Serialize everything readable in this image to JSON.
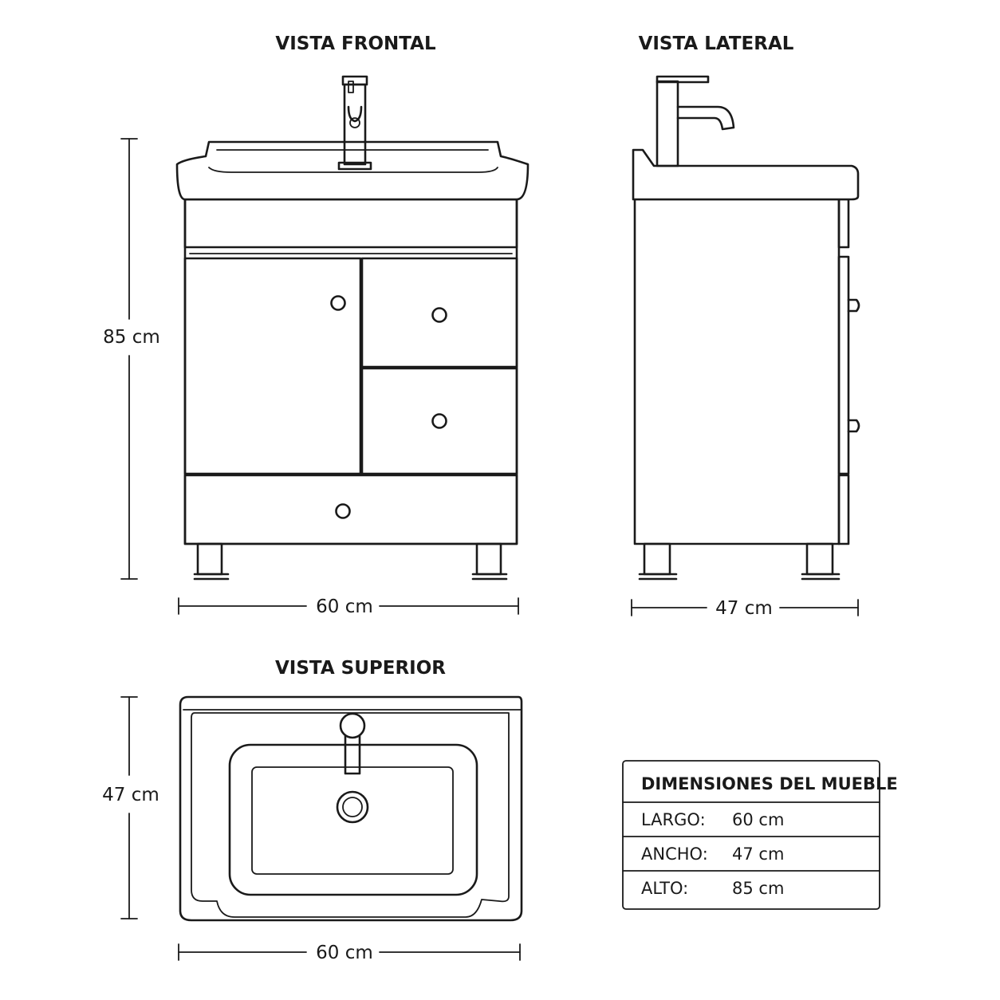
{
  "titles": {
    "front": "VISTA FRONTAL",
    "side": "VISTA LATERAL",
    "top": "VISTA SUPERIOR"
  },
  "dimensions": {
    "front_height": "85 cm",
    "front_width": "60 cm",
    "side_depth": "47 cm",
    "top_depth": "47 cm",
    "top_width": "60 cm"
  },
  "table": {
    "header": "DIMENSIONES DEL MUEBLE",
    "rows": [
      {
        "label": "LARGO:",
        "value": "60 cm"
      },
      {
        "label": "ANCHO:",
        "value": "47 cm"
      },
      {
        "label": "ALTO:",
        "value": "85 cm"
      }
    ]
  }
}
